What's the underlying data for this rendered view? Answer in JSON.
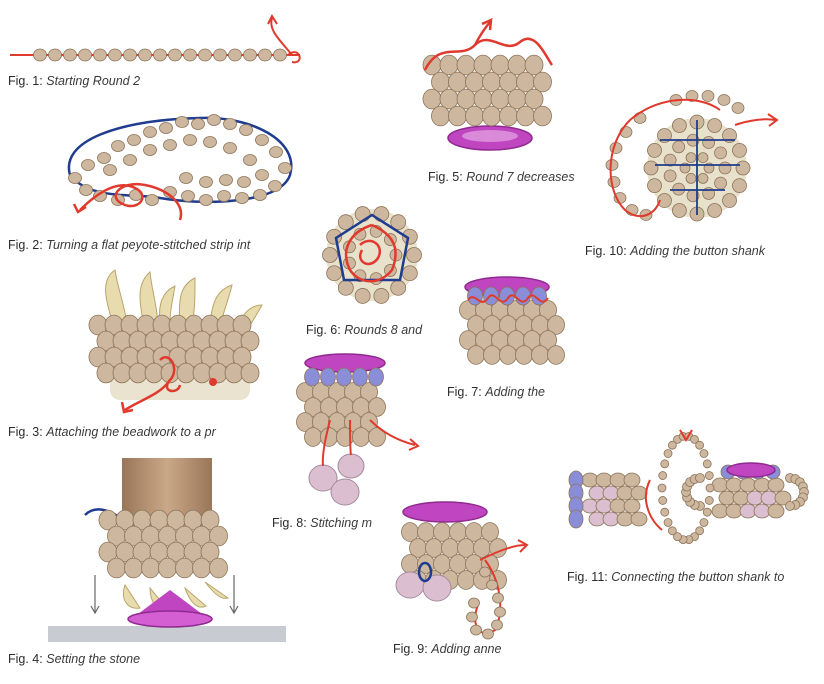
{
  "colors": {
    "bead": "#cdb79e",
    "bead_shadow": "#8c7358",
    "thread_red": "#e03a2e",
    "thread_blue": "#1f3c8f",
    "stone_magenta": "#b540b5",
    "pearl_pink": "#dbbfd0",
    "accent_blue": "#8a8ed8",
    "prong_cream": "#e8dcae",
    "finger_tan": "#b49070",
    "surface_gray": "#c8ccd2"
  },
  "figures": [
    {
      "number": "Fig. 1:",
      "caption": "Starting Round 2"
    },
    {
      "number": "Fig. 2:",
      "caption": "Turning a flat peyote-stitched strip int"
    },
    {
      "number": "Fig. 3:",
      "caption": "Attaching the beadwork to a pr"
    },
    {
      "number": "Fig. 4:",
      "caption": "Setting the stone"
    },
    {
      "number": "Fig. 5:",
      "caption": "Round 7 decreases"
    },
    {
      "number": "Fig. 6:",
      "caption": "Rounds 8 and"
    },
    {
      "number": "Fig. 7:",
      "caption": "Adding the"
    },
    {
      "number": "Fig. 8:",
      "caption": "Stitching m"
    },
    {
      "number": "Fig. 9:",
      "caption": "Adding anne"
    },
    {
      "number": "Fig. 10:",
      "caption": "Adding the button shank"
    },
    {
      "number": "Fig. 11:",
      "caption": "Connecting the button shank to"
    }
  ]
}
